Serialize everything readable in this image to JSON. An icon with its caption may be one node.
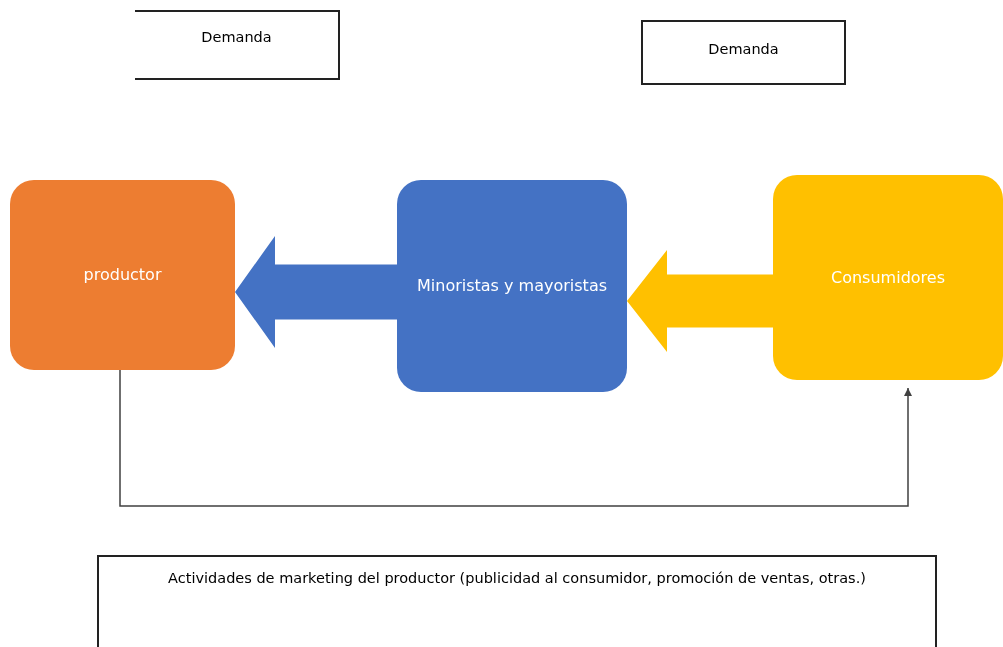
{
  "diagram": {
    "nodes": [
      {
        "text": [
          "Demanda"
        ]
      },
      {
        "text": [
          "Demanda"
        ]
      },
      {
        "text": [
          "productor"
        ]
      },
      {
        "text": [
          "Minoristas y mayoristas"
        ]
      },
      {
        "text": [
          "Consumidores"
        ]
      },
      {
        "text": [
          "Actividades de marketing del productor (publicidad al consumidor, promoción de ventas, otras.)"
        ]
      }
    ],
    "edges": [
      {
        "from": 3,
        "to": 2,
        "arrow": "to",
        "style": "thick",
        "color": "#4472c4"
      },
      {
        "from": 4,
        "to": 3,
        "arrow": "to",
        "style": "thick",
        "color": "#ffc000"
      },
      {
        "from": 2,
        "to": 4,
        "arrow": "to",
        "color": "#404040"
      }
    ]
  }
}
